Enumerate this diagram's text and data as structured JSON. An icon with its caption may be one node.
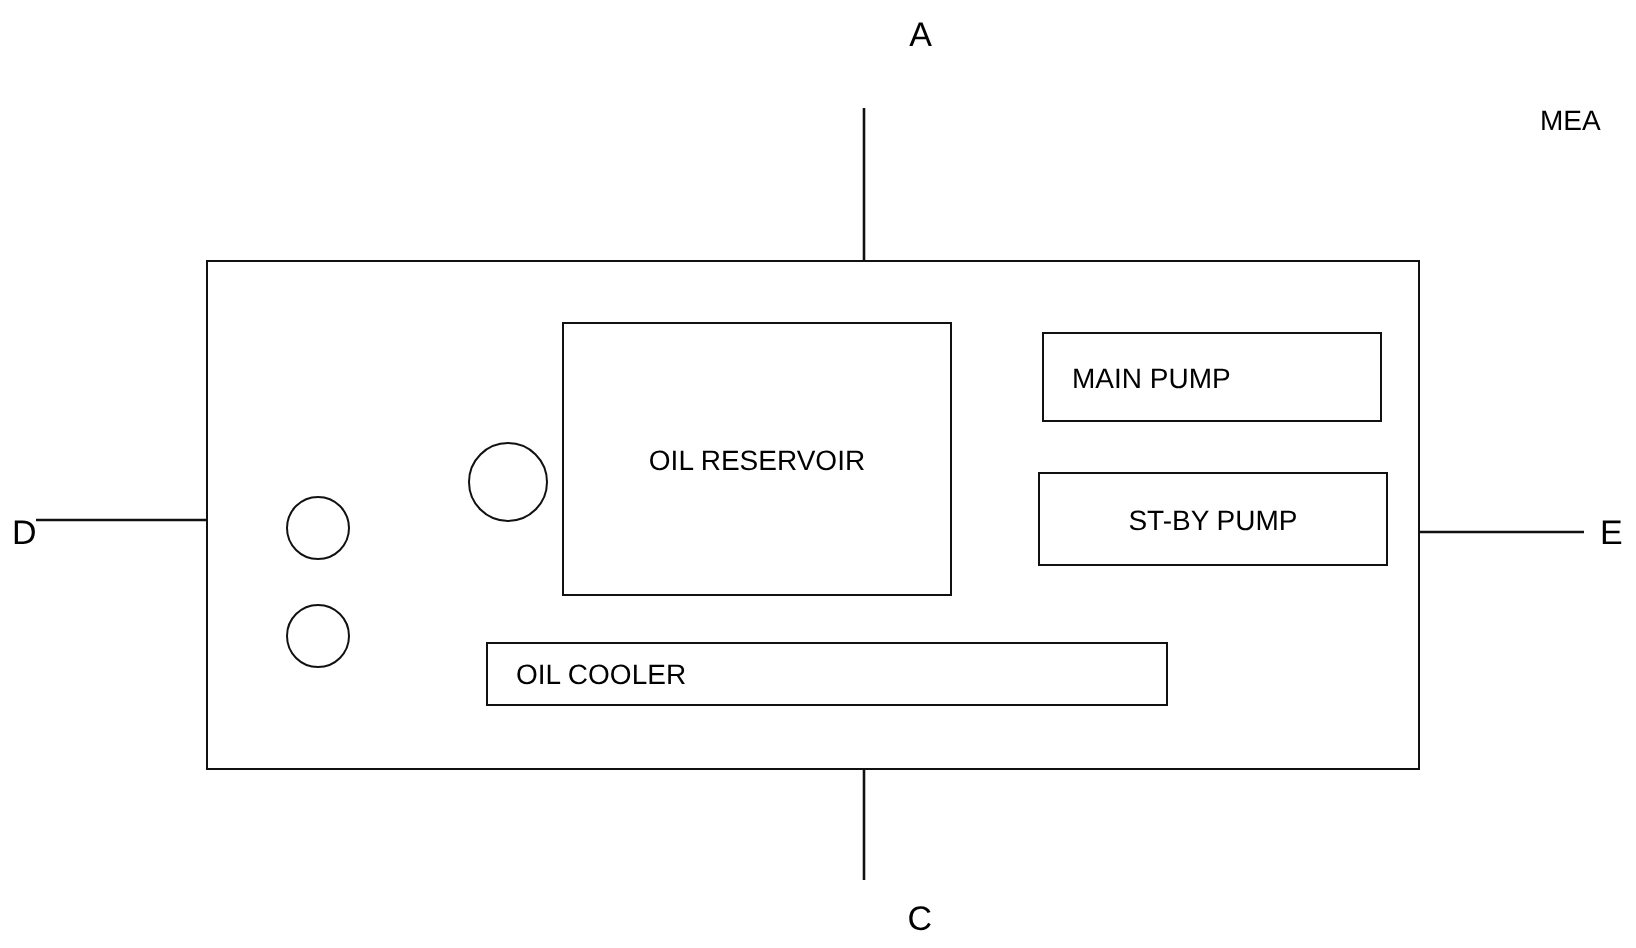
{
  "diagram": {
    "nodes": [
      {
        "text": [
          "A"
        ]
      },
      {
        "text": [],
        "shape": "box"
      },
      {
        "text": [
          "OIL RESERVOIR"
        ],
        "in": 1
      },
      {
        "text": [
          "MAIN PUMP"
        ],
        "in": 1
      },
      {
        "text": [],
        "shape": "circle",
        "in": 1
      },
      {
        "text": [
          "D"
        ]
      },
      {
        "text": [
          "ST-BY PUMP"
        ],
        "in": 1
      },
      {
        "text": [
          "E"
        ]
      },
      {
        "text": [],
        "shape": "circle",
        "in": 1
      },
      {
        "text": [],
        "shape": "circle",
        "in": 1
      },
      {
        "text": [
          "OIL COOLER"
        ],
        "in": 1
      },
      {
        "text": [
          "C"
        ]
      }
    ],
    "edges": [
      {
        "from": 0,
        "to": 1,
        "arrow": "none"
      },
      {
        "from": 5,
        "to": 1,
        "arrow": "none"
      },
      {
        "from": 7,
        "to": 1,
        "arrow": "none"
      },
      {
        "from": 11,
        "to": 1,
        "arrow": "none"
      }
    ],
    "labels": [
      "MEA"
    ]
  }
}
